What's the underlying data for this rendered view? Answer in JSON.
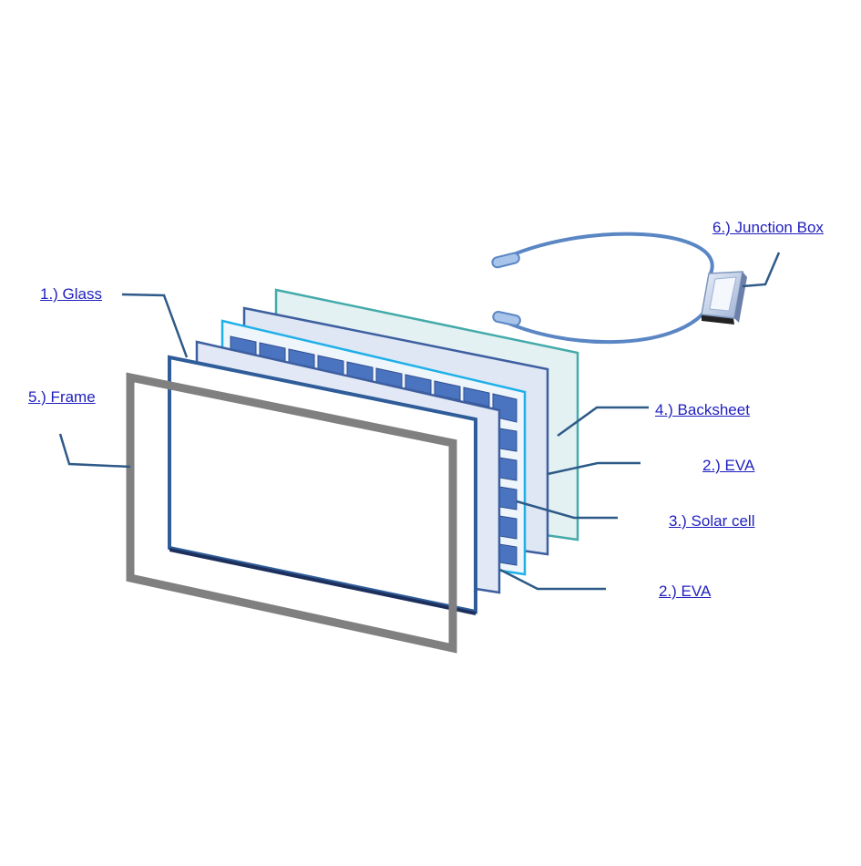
{
  "labels": {
    "glass": "1.) Glass",
    "eva_top": "2.) EVA",
    "eva_bottom": "2.)  EVA",
    "solar_cell": "3.) Solar cell",
    "backsheet": "4.) Backsheet",
    "frame": "5.) Frame",
    "junction_box": "6.) Junction Box"
  },
  "colors": {
    "label_text": "#1f1fbf",
    "leader_line": "#2e5a88",
    "frame": "#808080",
    "glass_border": "#2f5d99",
    "eva_border": "#1fb0e8",
    "backsheet_border": "#44aaaa",
    "cell_fill": "#4a73c0",
    "cable": "#5a86c4"
  }
}
